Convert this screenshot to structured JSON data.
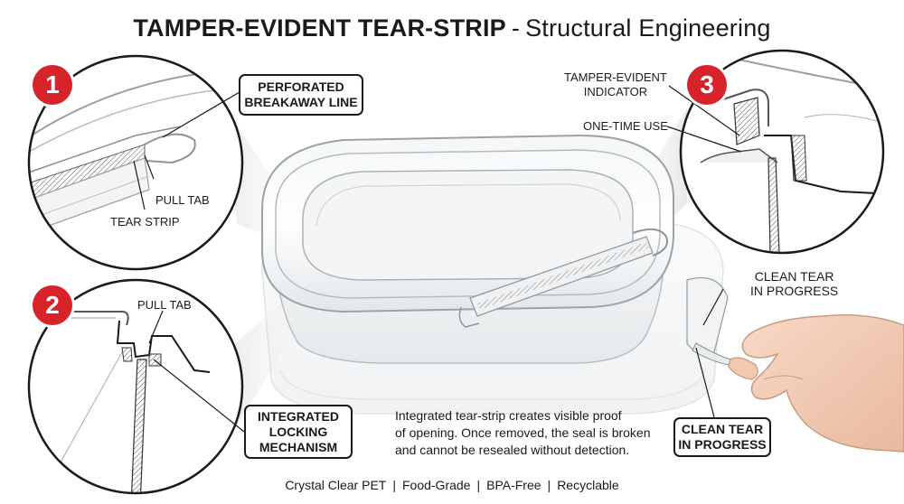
{
  "header": {
    "title_bold": "TAMPER-EVIDENT TEAR-STRIP",
    "title_sep": "-",
    "title_sub": "Structural Engineering"
  },
  "callouts": {
    "badge1": "1",
    "badge2": "2",
    "badge3": "3",
    "perforated_line_1": "PERFORATED",
    "perforated_line_2": "BREAKAWAY LINE",
    "pull_tab_1": "PULL TAB",
    "tear_strip": "TEAR STRIP",
    "pull_tab_2": "PULL TAB",
    "integrated_line_1": "INTEGRATED",
    "integrated_line_2": "LOCKING",
    "integrated_line_3": "MECHANISM",
    "tamper_line_1": "TAMPER-EVIDENT",
    "tamper_line_2": "INDICATOR",
    "one_time_use": "ONE-TIME USE",
    "clean_tear_a_1": "CLEAN TEAR",
    "clean_tear_a_2": "IN PROGRESS",
    "clean_tear_b_1": "CLEAN TEAR",
    "clean_tear_b_2": "IN PROGRESS"
  },
  "description": {
    "line1": "Integrated tear-strip creates visible proof",
    "line2": "of opening. Once removed, the seal is broken",
    "line3": "and cannot be resealed without detection."
  },
  "footer": {
    "item1": "Crystal Clear PET",
    "item2": "Food-Grade",
    "item3": "BPA-Free",
    "item4": "Recyclable",
    "separator": "|"
  }
}
